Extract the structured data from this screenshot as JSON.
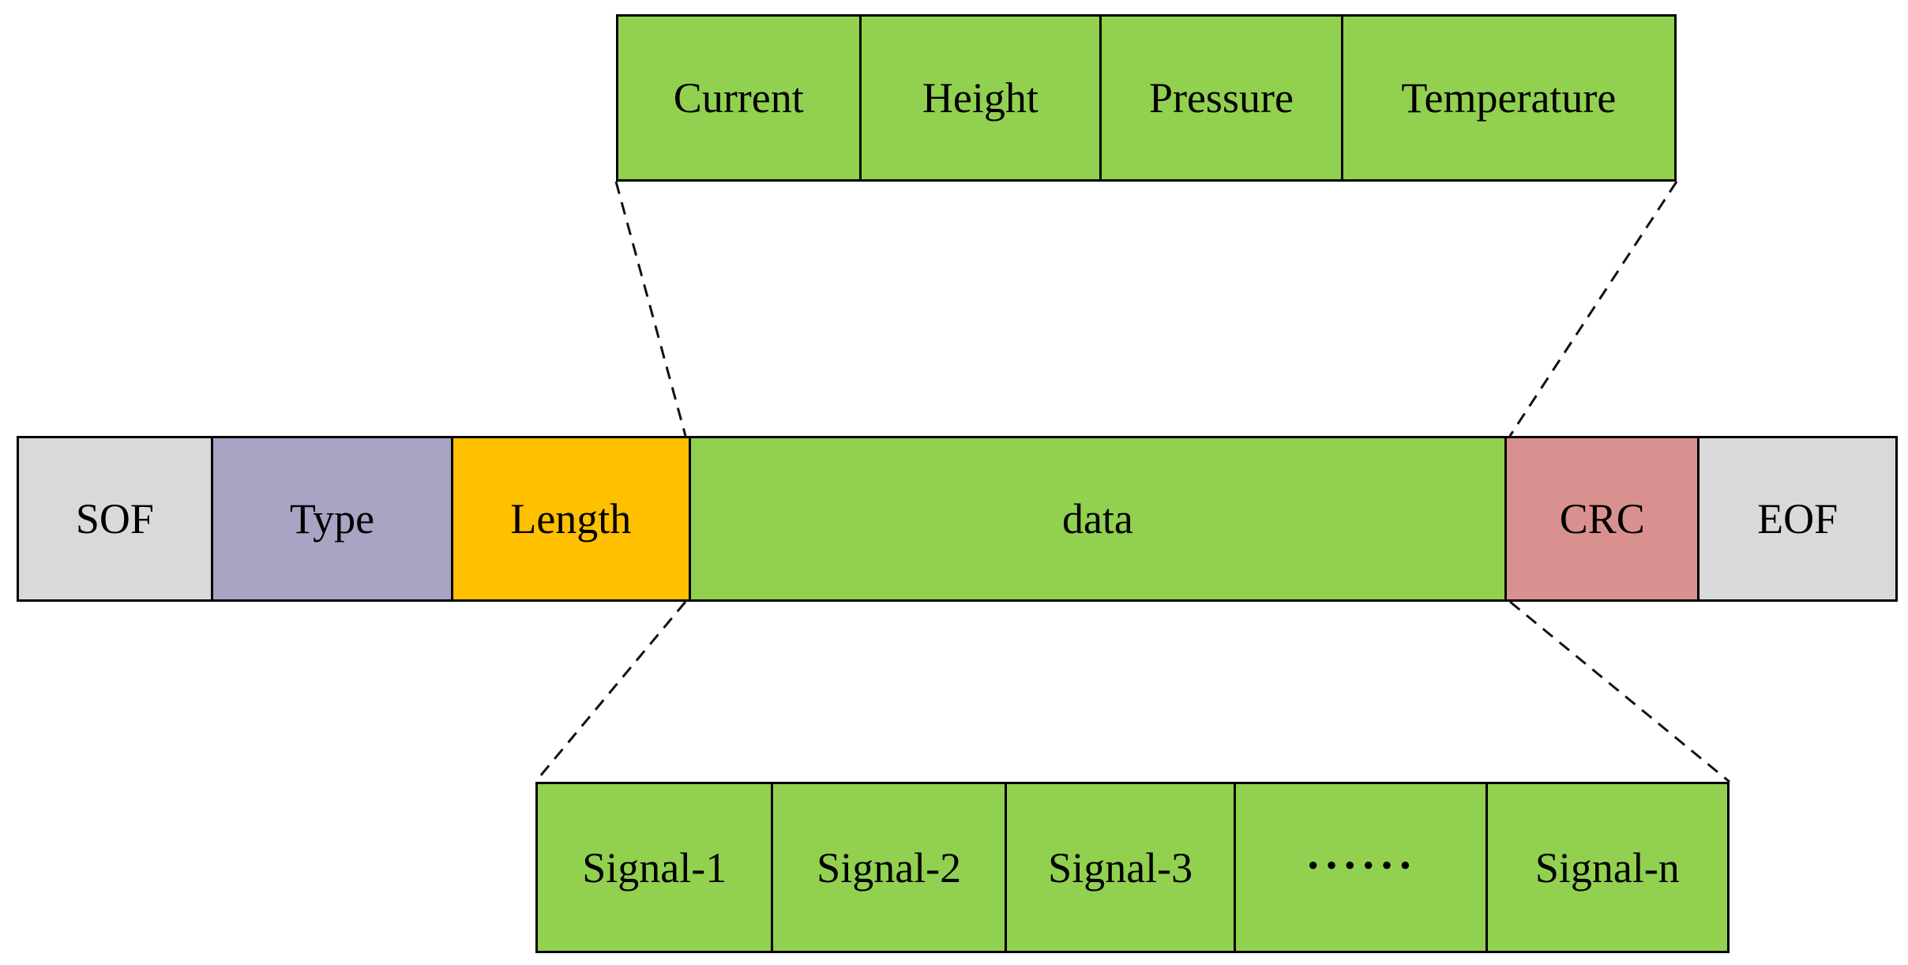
{
  "diagram": {
    "title_semantic": "frame-structure-diagram",
    "frame_bar": {
      "fields": [
        {
          "label": "SOF",
          "color": "#d9d9d9"
        },
        {
          "label": "Type",
          "color": "#aba3c4"
        },
        {
          "label": "Length",
          "color": "#ffc000"
        },
        {
          "label": "data",
          "color": "#92d050"
        },
        {
          "label": "CRC",
          "color": "#d9918f"
        },
        {
          "label": "EOF",
          "color": "#d9d9d9"
        }
      ]
    },
    "data_expansion_top": {
      "color": "#92d050",
      "cells": [
        {
          "label": "Current"
        },
        {
          "label": "Height"
        },
        {
          "label": "Pressure"
        },
        {
          "label": "Temperature"
        }
      ]
    },
    "data_expansion_bottom": {
      "color": "#92d050",
      "cells": [
        {
          "label": "Signal-1"
        },
        {
          "label": "Signal-2"
        },
        {
          "label": "Signal-3"
        },
        {
          "label": "······"
        },
        {
          "label": "Signal-n"
        }
      ]
    },
    "connector_style": {
      "stroke_color": "#111111",
      "dash_pattern": "16 11"
    }
  }
}
